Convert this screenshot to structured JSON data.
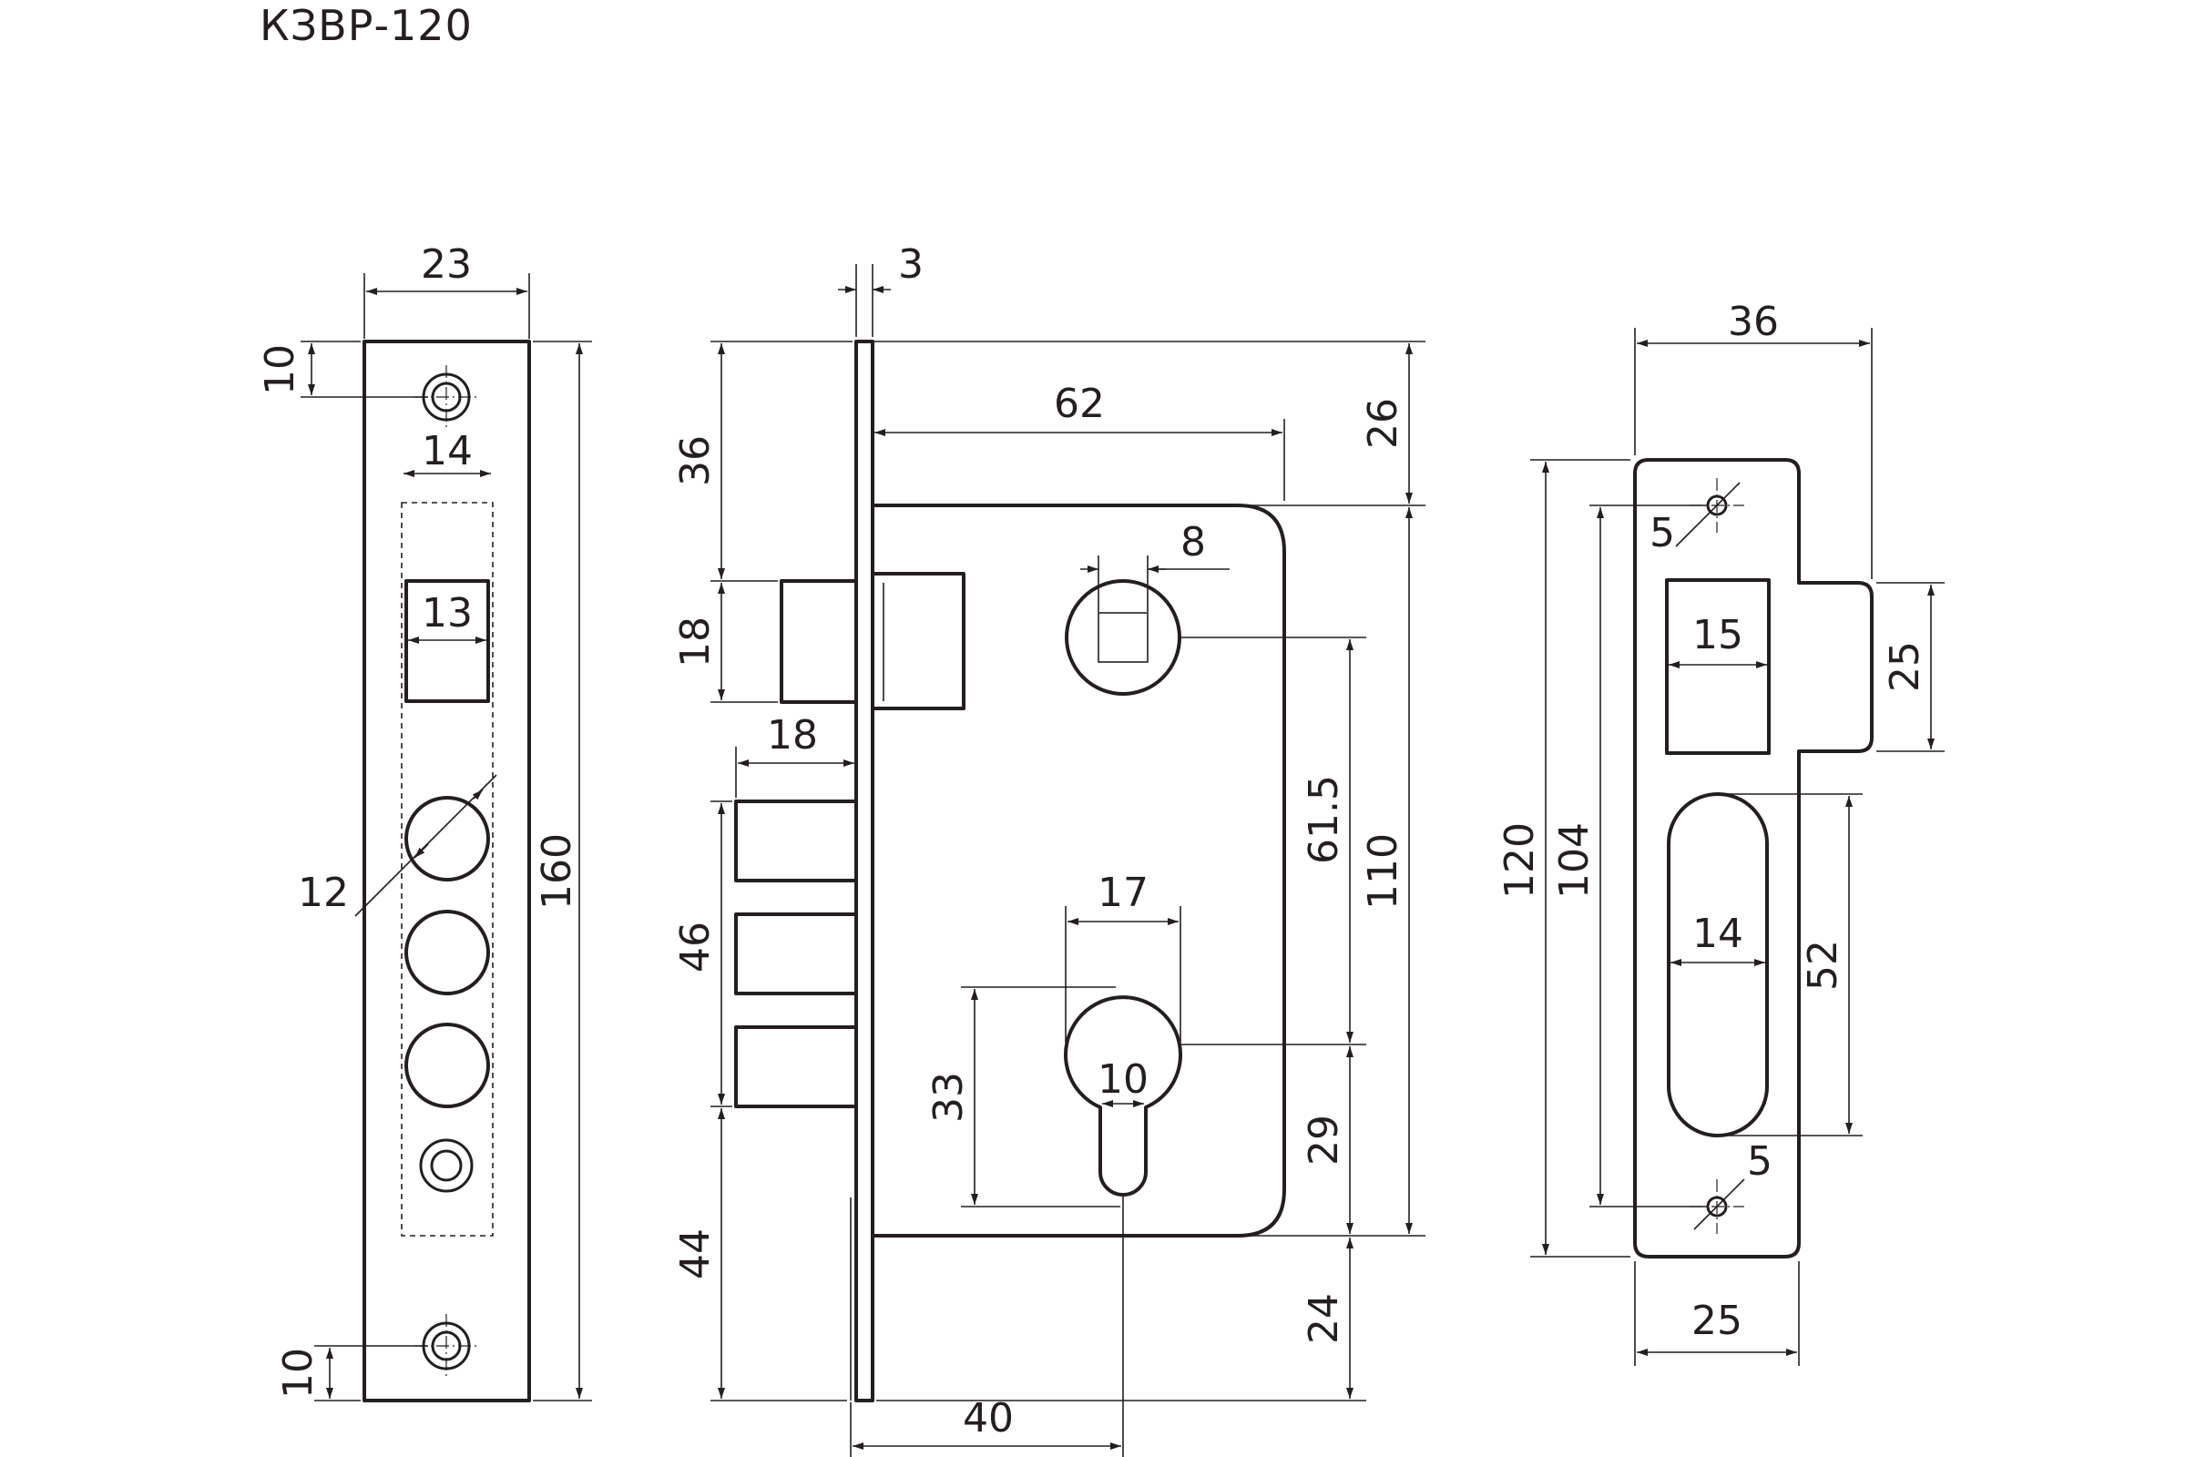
{
  "title": "КЗВР-120",
  "faceplate": {
    "width": "23",
    "top_hole_offset": "10",
    "cutout_width": "14",
    "latch_width": "13",
    "bolt_diameter": "12",
    "length": "160",
    "bottom_hole_offset": "10"
  },
  "lock_body": {
    "plate_thickness": "3",
    "case_width": "62",
    "top_to_case": "26",
    "top_to_latch": "36",
    "spindle": "8",
    "latch_height": "18",
    "bolt_projection": "18",
    "spindle_to_cylinder": "61.5",
    "case_height": "110",
    "bolt_span": "46",
    "cylinder_width": "17",
    "cylinder_height": "33",
    "cylinder_slot": "10",
    "cylinder_to_bottom": "29",
    "bolt_to_bottom": "44",
    "case_to_bottom": "24",
    "backset": "40"
  },
  "strike_plate": {
    "width": "36",
    "length": "120",
    "hole_span": "104",
    "hole_diameter_top": "5",
    "latch_opening": "15",
    "lip_height": "25",
    "bolt_opening_width": "14",
    "bolt_opening_height": "52",
    "hole_diameter_bottom": "5",
    "plate_width": "25"
  }
}
